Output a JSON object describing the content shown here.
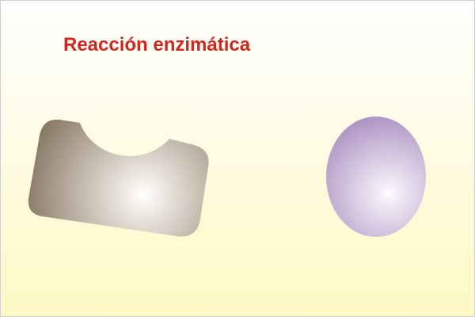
{
  "title": "Reacción enzimática",
  "colors": {
    "background_top": "#ffffff",
    "background_bottom": "#fdf8c4",
    "title": "#cc2a1e",
    "enzyme_dark": "#8a7a66",
    "enzyme_light": "#ffffff",
    "substrate_dark": "#a689bd",
    "substrate_light": "#ffffff"
  },
  "diagram": {
    "enzyme": {
      "shape": "enzyme-with-active-site"
    },
    "substrate": {
      "shape": "oval-substrate"
    }
  }
}
